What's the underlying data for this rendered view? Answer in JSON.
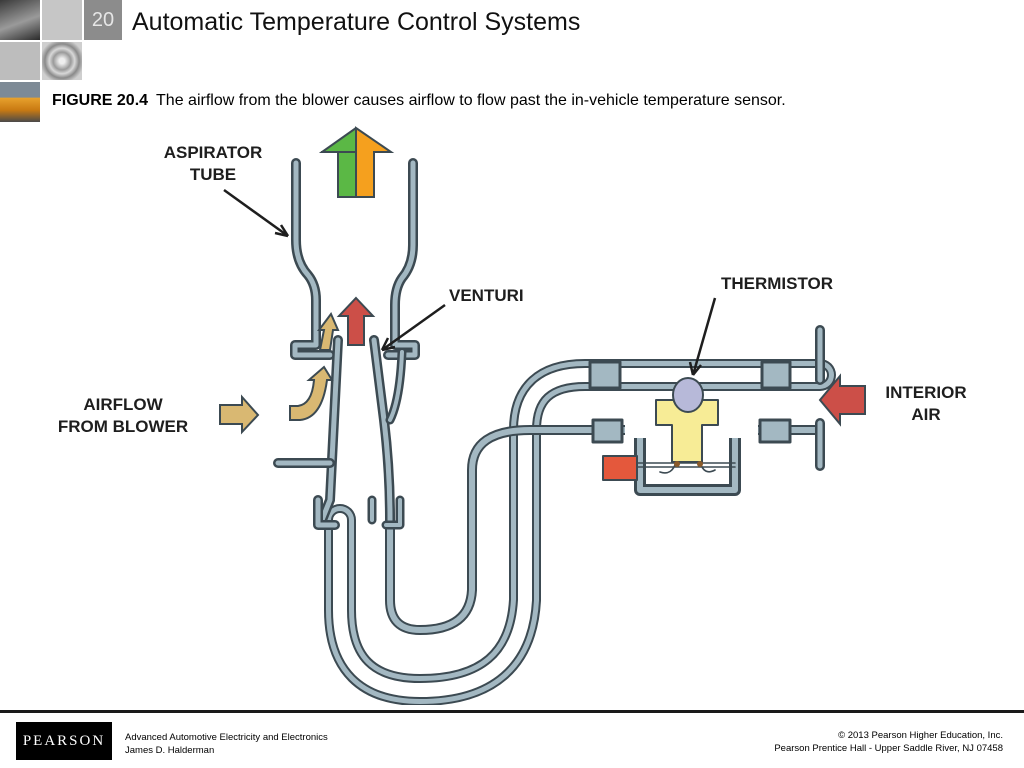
{
  "header": {
    "slide_number": "20",
    "title": "Automatic Temperature Control Systems"
  },
  "caption": {
    "figure_label": "FIGURE 20.4",
    "text": "The airflow from the blower causes airflow to flow past the in-vehicle temperature sensor."
  },
  "diagram": {
    "labels": {
      "aspirator_line1": "ASPIRATOR",
      "aspirator_line2": "TUBE",
      "venturi": "VENTURI",
      "thermistor": "THERMISTOR",
      "airflow_line1": "AIRFLOW",
      "airflow_line2": "FROM BLOWER",
      "interior_line1": "INTERIOR",
      "interior_line2": "AIR"
    },
    "colors": {
      "tube_fill": "#a3b8c2",
      "tube_stroke": "#3c4a52",
      "blower_arrow": "#d9b872",
      "interior_arrow": "#cc4f48",
      "venturi_arrow": "#cc4f48",
      "exit_arrow_left": "#5bb845",
      "exit_arrow_right": "#f5a01e",
      "thermistor_body": "#f7ec96",
      "thermistor_bulb": "#b7b9d9",
      "connector": "#e4583c"
    }
  },
  "footer": {
    "logo": "PEARSON",
    "book_title": "Advanced Automotive Electricity and Electronics",
    "author": "James D. Halderman",
    "copyright": "© 2013  Pearson Higher Education, Inc.",
    "publisher": "Pearson Prentice Hall - Upper Saddle River, NJ 07458"
  }
}
